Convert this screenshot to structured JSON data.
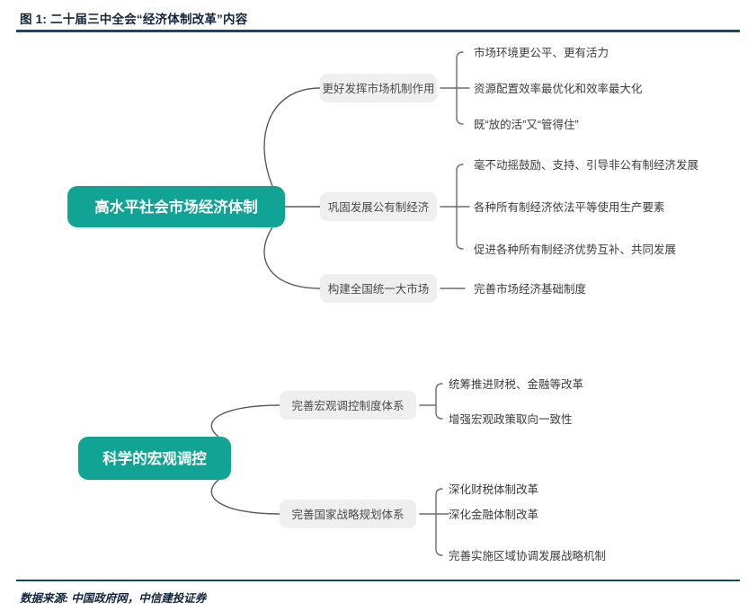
{
  "header": {
    "title": "图 1: 二十届三中全会“经济体制改革”内容"
  },
  "footer": {
    "source": "数据来源: 中国政府网，中信建投证券"
  },
  "colors": {
    "root_fill": "#11a394",
    "branch_fill": "#efeff0",
    "rule": "#17466e",
    "connector": "#5a5a5a",
    "title_text": "#13253c",
    "root_text": "#ffffff",
    "branch_text": "#4a4a4a",
    "leaf_text": "#3c3c3c"
  },
  "mindmap": {
    "sections": [
      {
        "id": "section-market-economy",
        "root": "高水平社会市场经济体制",
        "branches": [
          {
            "id": "branch-market-mechanism",
            "label": "更好发挥市场机制作用",
            "leaves": [
              "市场环境更公平、更有活力",
              "资源配置效率最优化和效率最大化",
              "既“放的活”又“管得住”"
            ]
          },
          {
            "id": "branch-public-ownership",
            "label": "巩固发展公有制经济",
            "leaves": [
              "毫不动摇鼓励、支持、引导非公有制经济发展",
              "各种所有制经济依法平等使用生产要素",
              "促进各种所有制经济优势互补、共同发展"
            ]
          },
          {
            "id": "branch-unified-market",
            "label": "构建全国统一大市场",
            "leaves": [
              "完善市场经济基础制度"
            ]
          }
        ]
      },
      {
        "id": "section-macro-control",
        "root": "科学的宏观调控",
        "branches": [
          {
            "id": "branch-macro-system",
            "label": "完善宏观调控制度体系",
            "leaves": [
              "统筹推进财税、金融等改革",
              "增强宏观政策取向一致性"
            ]
          },
          {
            "id": "branch-national-strategy",
            "label": "完善国家战略规划体系",
            "leaves": [
              "深化财税体制改革",
              "深化金融体制改革",
              "完善实施区域协调发展战略机制"
            ]
          }
        ]
      }
    ]
  }
}
